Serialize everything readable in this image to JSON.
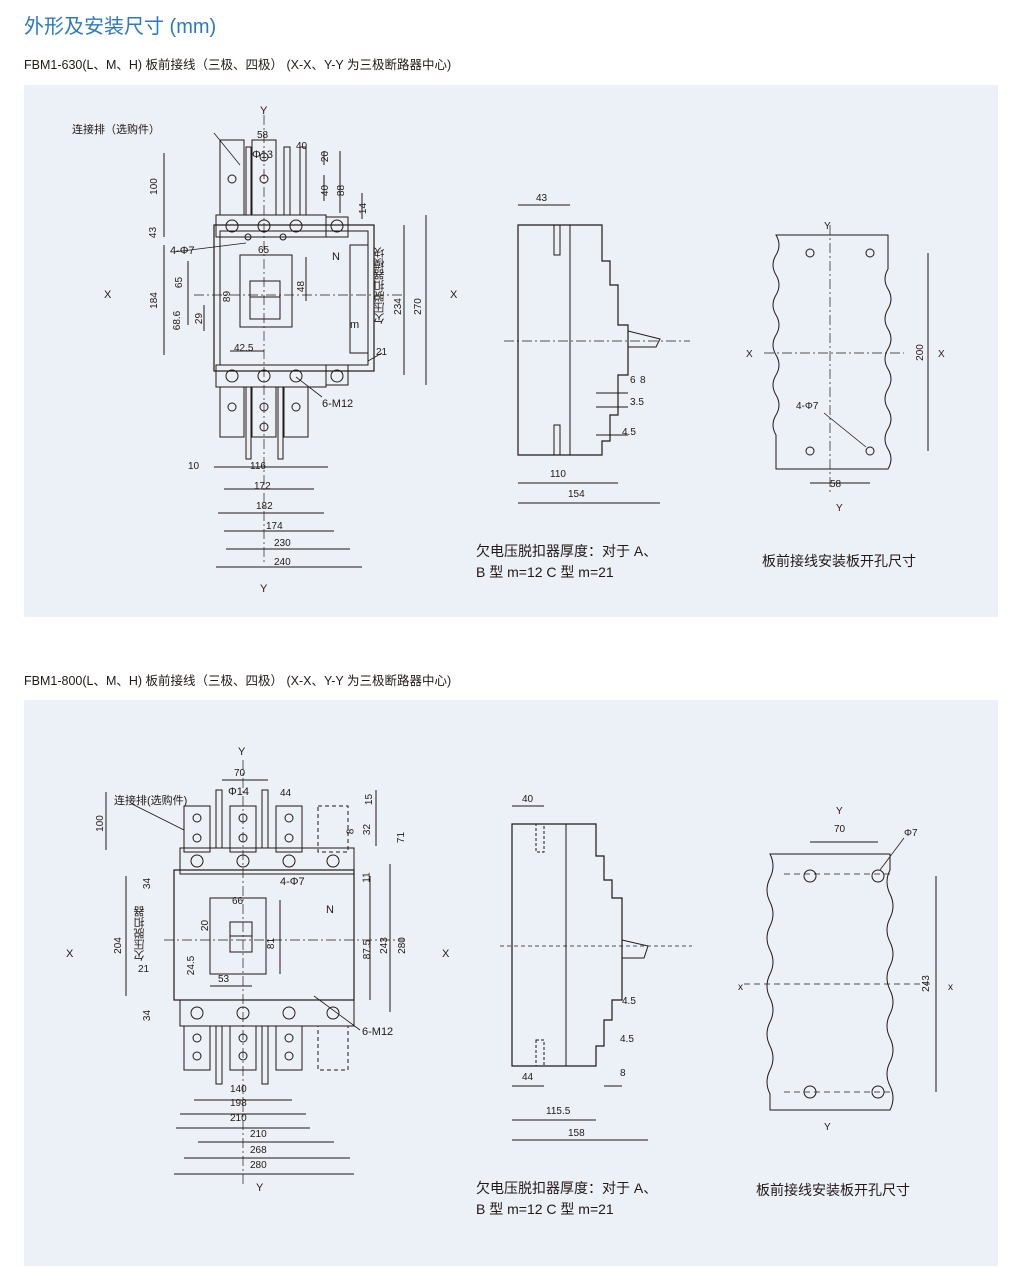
{
  "page": {
    "title": "外形及安装尺寸 (mm)",
    "colors": {
      "title": "#2b79c2",
      "panel_bg": "#ecf1f7",
      "line": "#231815"
    }
  },
  "section1": {
    "heading": "FBM1-630(L、M、H) 板前接线（三极、四极）  (X-X、Y-Y 为三极断路器中心)",
    "front": {
      "label_busbar": "连接排（选购件）",
      "label_holes_top": "4-Φ7",
      "label_hole_dia": "Φ13",
      "label_terminal": "6-M12",
      "label_uvr": "欠压脱扣器模块",
      "axis_x": "X",
      "axis_y": "Y",
      "letter_n": "N",
      "letter_m": "m",
      "dims": [
        "58",
        "40",
        "20",
        "40",
        "88",
        "100",
        "43",
        "14",
        "65",
        "184",
        "65",
        "89",
        "48",
        "29",
        "68.6",
        "234",
        "270",
        "42.5",
        "21",
        "10",
        "116",
        "172",
        "182",
        "174",
        "230",
        "240"
      ]
    },
    "side": {
      "dims": [
        "43",
        "6",
        "8",
        "3.5",
        "4.5",
        "110",
        "154"
      ]
    },
    "cutout": {
      "axis_x": "X",
      "axis_y": "Y",
      "label_holes": "4-Φ7",
      "dims": [
        "200",
        "58"
      ]
    },
    "note_line1": "欠电压脱扣器厚度：对于 A、",
    "note_line2": "B 型 m=12  C 型 m=21",
    "caption": "板前接线安装板开孔尺寸"
  },
  "section2": {
    "heading": "FBM1-800(L、M、H) 板前接线（三极、四极）  (X-X、Y-Y 为三极断路器中心)",
    "front": {
      "label_busbar": "连接排(选购件)",
      "label_hole_dia": "Φ14",
      "label_holes_top": "4-Φ7",
      "label_terminal": "6-M12",
      "label_uvr": "欠压脱扣器",
      "axis_x": "X",
      "axis_y": "Y",
      "letter_n": "N",
      "dims": [
        "70",
        "44",
        "15",
        "8",
        "32",
        "71",
        "100",
        "34",
        "11",
        "66",
        "20",
        "81",
        "87.5",
        "243",
        "280",
        "204",
        "24.5",
        "21",
        "53",
        "34",
        "140",
        "198",
        "210",
        "210",
        "268",
        "280"
      ]
    },
    "side": {
      "dims": [
        "40",
        "4.5",
        "4.5",
        "44",
        "8",
        "115.5",
        "158"
      ]
    },
    "cutout": {
      "axis_x": "x",
      "axis_y": "Y",
      "label_holes": "Φ7",
      "dims": [
        "70",
        "243"
      ]
    },
    "note_line1": "欠电压脱扣器厚度：对于 A、",
    "note_line2": "B 型 m=12  C 型 m=21",
    "caption": "板前接线安装板开孔尺寸"
  }
}
